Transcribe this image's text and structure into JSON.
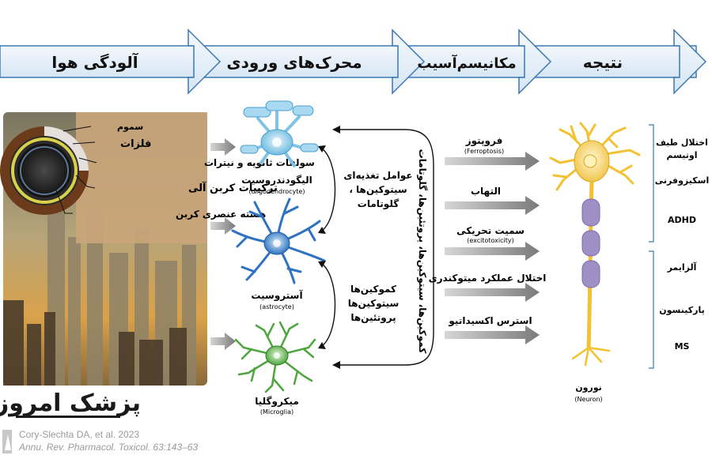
{
  "header": {
    "stages": [
      {
        "label": "آلودگی هوا"
      },
      {
        "label": "محرک‌های ورودی"
      },
      {
        "label": "مکانیسم‌آسیب"
      },
      {
        "label": "نتیجه"
      }
    ]
  },
  "particle": {
    "labels": [
      "سموم",
      "فلزات",
      "سولفات ثانویه و نیترات",
      "ترکیبات کربن آلی",
      "هسته عنصری کربن"
    ]
  },
  "cells": {
    "oligodendrocyte": {
      "fa": "الیگودندروسیت",
      "en": "(oligodendrocyte)"
    },
    "astrocyte": {
      "fa": "آستروسیت",
      "en": "(astrocyte)"
    },
    "microglia": {
      "fa": "میکروگلیا",
      "en": "(Microglia)"
    }
  },
  "signals": {
    "top": [
      "عوامل تغذیه‌ای",
      "سیتوکین‌ها ،",
      "گلوتامات"
    ],
    "bottom": [
      "کموکین‌ها",
      "سیتوکین‌ها",
      "پروتئین‌ها"
    ],
    "vertical": "کموکین‌ها، سیتوکین‌ها، پروتئین‌ها، گلوتامات"
  },
  "mechanisms": [
    {
      "fa": "فروپتوز",
      "en": "(Ferroptosis)"
    },
    {
      "fa": "التهاب",
      "en": ""
    },
    {
      "fa": "سمیت تحریکی",
      "en": "(excitotoxicity)"
    },
    {
      "fa": "اختلال عملکرد میتوکندری",
      "en": ""
    },
    {
      "fa": "استرس اکسیداتیو",
      "en": ""
    }
  ],
  "neuron": {
    "fa": "نورون",
    "en": "(Neuron)"
  },
  "outcomes": {
    "group1": [
      "اختلال طیف",
      "اوتیسم",
      "اسکیزوفرنی",
      "ADHD"
    ],
    "group2": [
      "آلزایمر",
      "پارکینسون",
      "MS"
    ]
  },
  "watermark": {
    "text": "پزشک امروز"
  },
  "citation": {
    "line1": "Cory-Slechta DA, et al. 2023",
    "line2": "Annu. Rev. Pharmacol. Toxicol. 63:143–63"
  },
  "colors": {
    "banner_fill": "#e9f2fa",
    "banner_stroke": "#3c78b5",
    "oligodendrocyte": "#7fc4e6",
    "astrocyte": "#2d73c1",
    "microglia": "#4da63d",
    "neuron_soma": "#f4d36b",
    "myelin": "#9f8fc6"
  }
}
